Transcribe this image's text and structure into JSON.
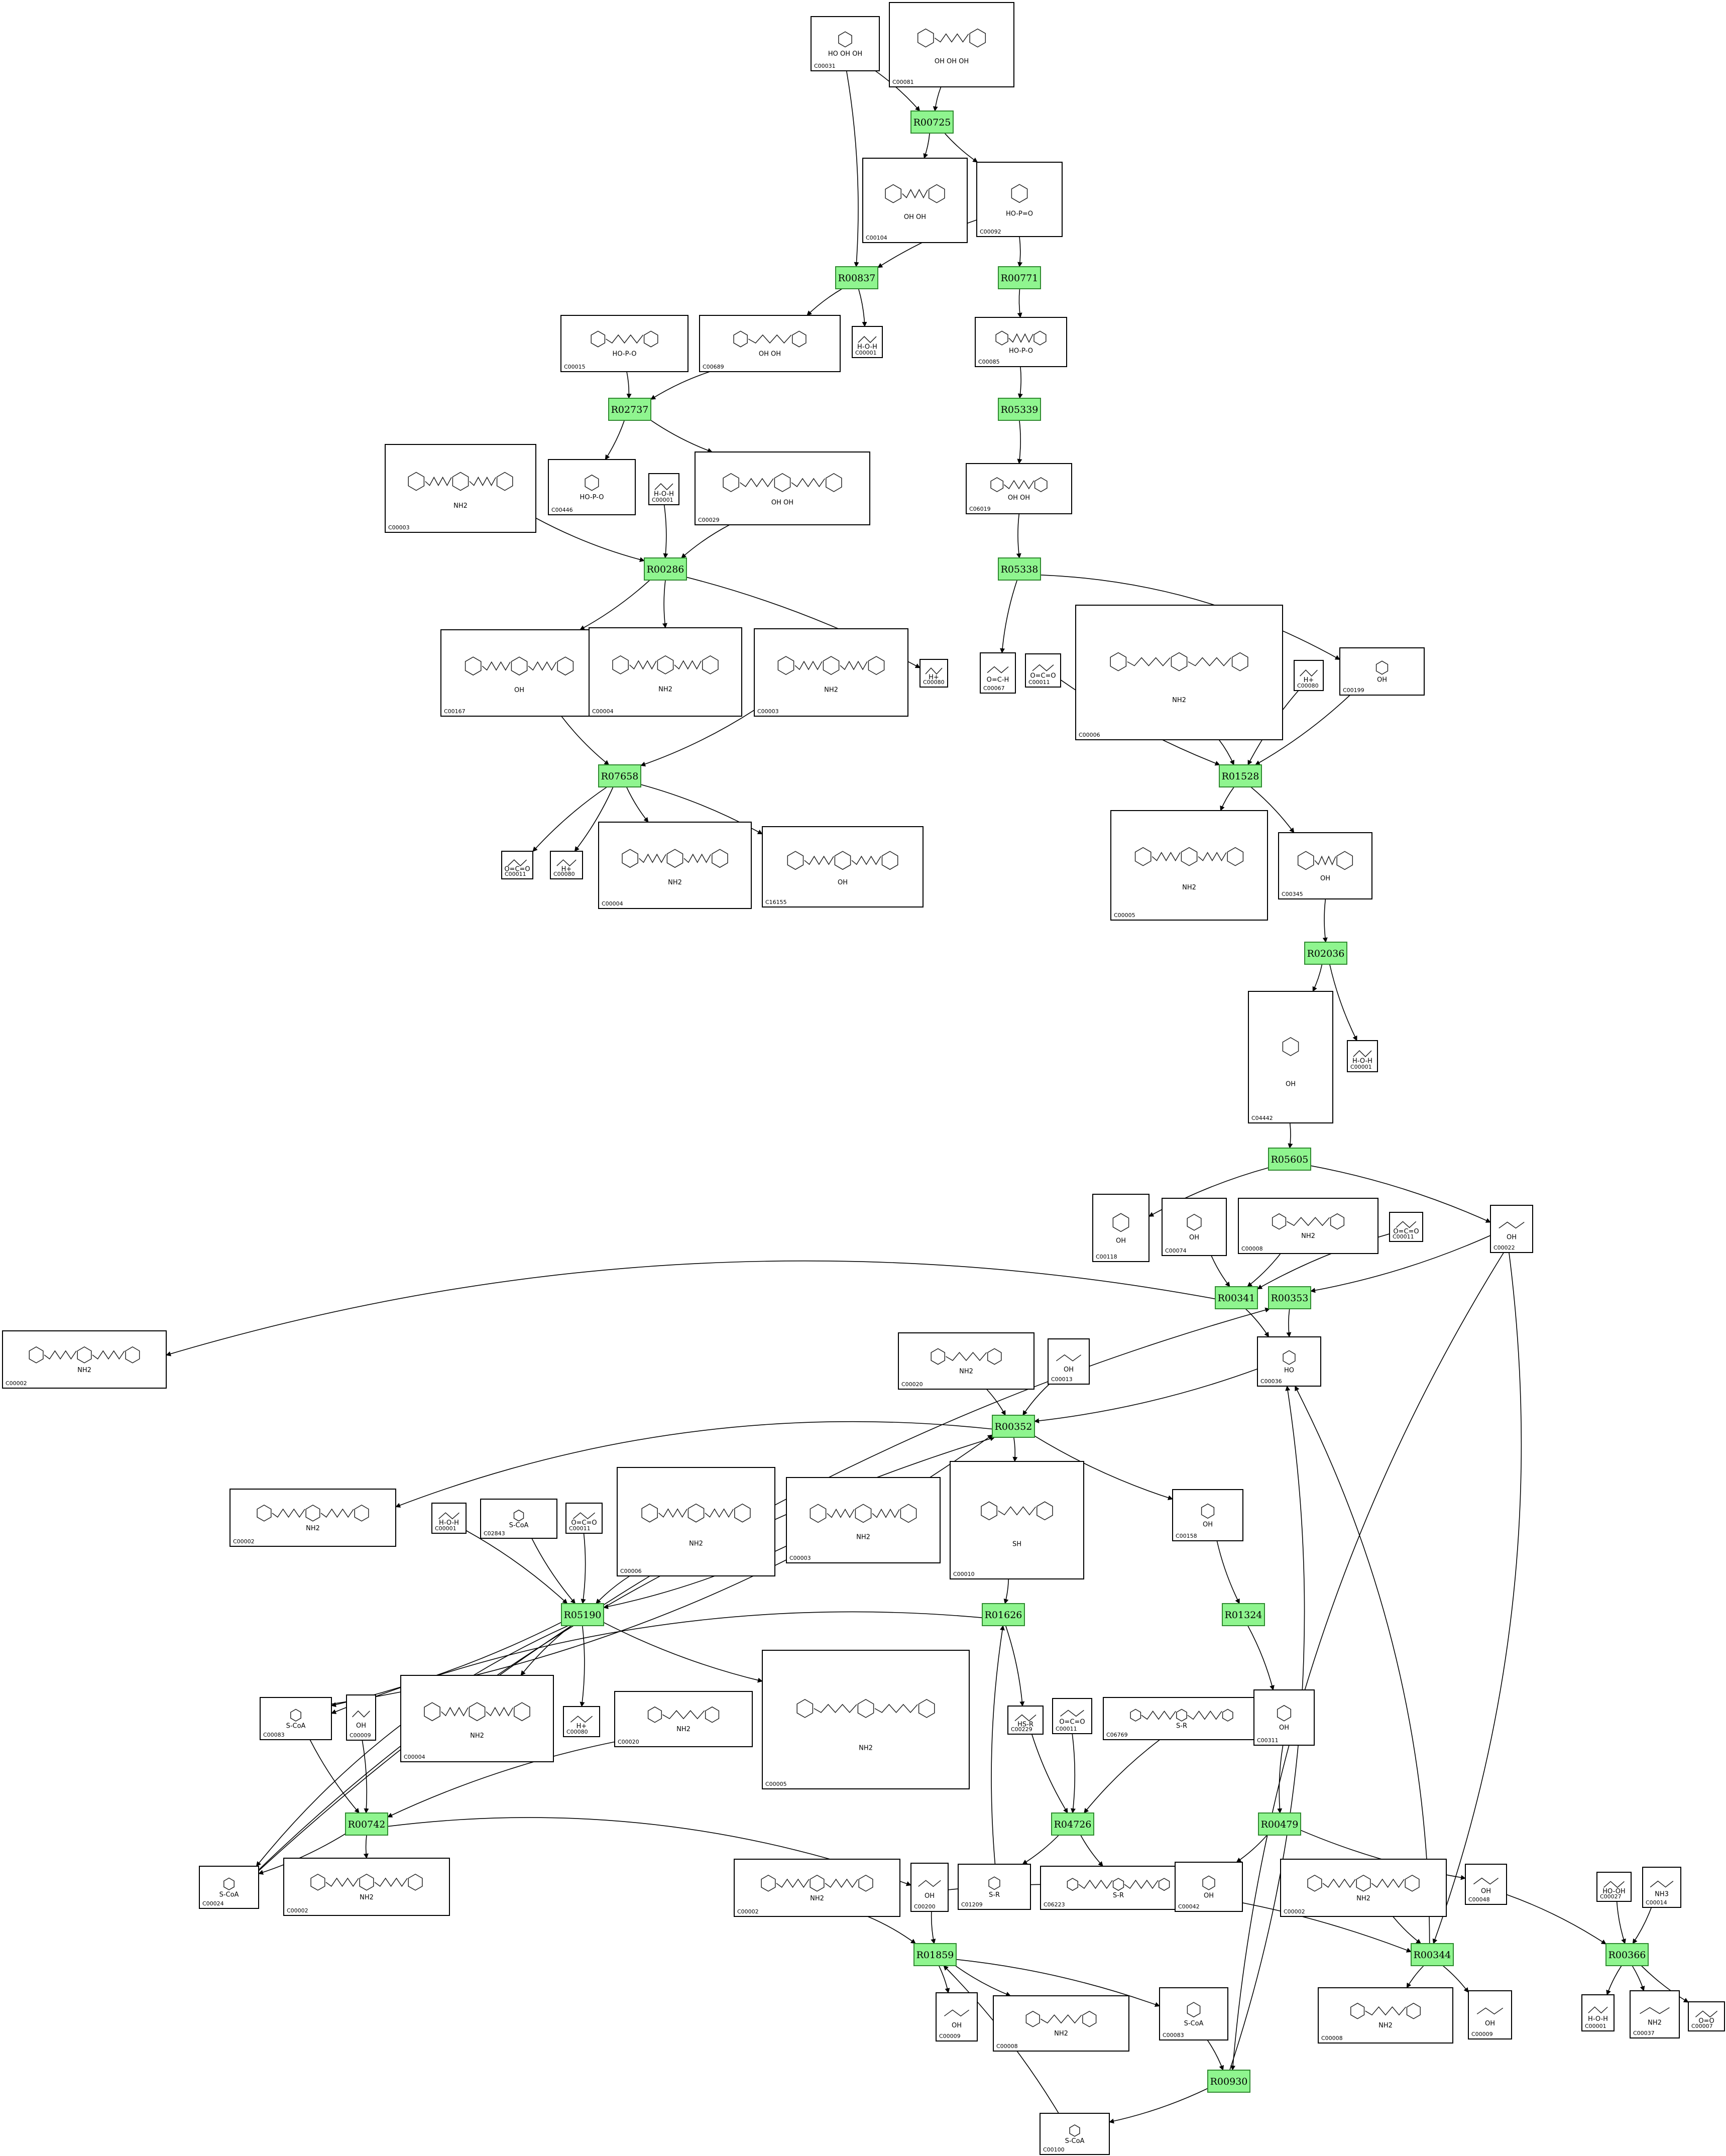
{
  "diagram": {
    "reactions": [
      {
        "id": "r1",
        "label": "R00725"
      },
      {
        "id": "r2",
        "label": "R00837"
      },
      {
        "id": "r3",
        "label": "R00771"
      },
      {
        "id": "r4",
        "label": "R02737"
      },
      {
        "id": "r5",
        "label": "R05339"
      },
      {
        "id": "r6",
        "label": "R00286"
      },
      {
        "id": "r7",
        "label": "R05338"
      },
      {
        "id": "r8",
        "label": "R07658"
      },
      {
        "id": "r9",
        "label": "R01528"
      },
      {
        "id": "r10",
        "label": "R02036"
      },
      {
        "id": "r11",
        "label": "R05605"
      },
      {
        "id": "r12",
        "label": "R00341"
      },
      {
        "id": "r13",
        "label": "R00353"
      },
      {
        "id": "r14",
        "label": "R00352"
      },
      {
        "id": "r15",
        "label": "R05190"
      },
      {
        "id": "r16",
        "label": "R01626"
      },
      {
        "id": "r17",
        "label": "R01324"
      },
      {
        "id": "r18",
        "label": "R00742"
      },
      {
        "id": "r19",
        "label": "R04726"
      },
      {
        "id": "r20",
        "label": "R00479"
      },
      {
        "id": "r21",
        "label": "R01859"
      },
      {
        "id": "r22",
        "label": "R00344"
      },
      {
        "id": "r23",
        "label": "R00366"
      },
      {
        "id": "r24",
        "label": "R00930"
      }
    ],
    "compounds": [
      {
        "id": "c1",
        "label": "C00031",
        "formula": "HO OH OH"
      },
      {
        "id": "c2",
        "label": "C00081",
        "formula": "OH OH OH"
      },
      {
        "id": "c3",
        "label": "C00104",
        "formula": "OH OH"
      },
      {
        "id": "c4",
        "label": "C00092",
        "formula": "HO-P=O"
      },
      {
        "id": "c5",
        "label": "C00015",
        "formula": "HO-P-O"
      },
      {
        "id": "c6",
        "label": "C00689",
        "formula": "OH OH"
      },
      {
        "id": "c7",
        "label": "C00001",
        "formula": "H-O-H"
      },
      {
        "id": "c8",
        "label": "C00085",
        "formula": "HO-P-O"
      },
      {
        "id": "c9",
        "label": "C00003",
        "formula": "NH2"
      },
      {
        "id": "c10",
        "label": "C00446",
        "formula": "HO-P-O"
      },
      {
        "id": "c11",
        "label": "C00001",
        "formula": "H-O-H"
      },
      {
        "id": "c12",
        "label": "C00029",
        "formula": "OH OH"
      },
      {
        "id": "c13",
        "label": "C06019",
        "formula": "OH OH"
      },
      {
        "id": "c14",
        "label": "C00167",
        "formula": "OH"
      },
      {
        "id": "c15",
        "label": "C00004",
        "formula": "NH2"
      },
      {
        "id": "c16",
        "label": "C00003",
        "formula": "NH2"
      },
      {
        "id": "c17",
        "label": "C00080",
        "formula": "H+"
      },
      {
        "id": "c18",
        "label": "C00067",
        "formula": "O=C-H"
      },
      {
        "id": "c19",
        "label": "C00011",
        "formula": "O=C=O"
      },
      {
        "id": "c20",
        "label": "C00006",
        "formula": "NH2"
      },
      {
        "id": "c21",
        "label": "C00080",
        "formula": "H+"
      },
      {
        "id": "c22",
        "label": "C00199",
        "formula": "OH"
      },
      {
        "id": "c23",
        "label": "C00011",
        "formula": "O=C=O"
      },
      {
        "id": "c24",
        "label": "C00080",
        "formula": "H+"
      },
      {
        "id": "c25",
        "label": "C00004",
        "formula": "NH2"
      },
      {
        "id": "c26",
        "label": "C16155",
        "formula": "OH"
      },
      {
        "id": "c27",
        "label": "C00005",
        "formula": "NH2"
      },
      {
        "id": "c28",
        "label": "C00345",
        "formula": "OH"
      },
      {
        "id": "c29",
        "label": "C04442",
        "formula": "OH"
      },
      {
        "id": "c30",
        "label": "C00001",
        "formula": "H-O-H"
      },
      {
        "id": "c31",
        "label": "C00118",
        "formula": "OH"
      },
      {
        "id": "c32",
        "label": "C00074",
        "formula": "OH"
      },
      {
        "id": "c33",
        "label": "C00008",
        "formula": "NH2"
      },
      {
        "id": "c34",
        "label": "C00011",
        "formula": "O=C=O"
      },
      {
        "id": "c35",
        "label": "C00022",
        "formula": "OH"
      },
      {
        "id": "c36",
        "label": "C00002",
        "formula": "NH2"
      },
      {
        "id": "c37",
        "label": "C00020",
        "formula": "NH2"
      },
      {
        "id": "c38",
        "label": "C00013",
        "formula": "OH"
      },
      {
        "id": "c39",
        "label": "C00036",
        "formula": "HO"
      },
      {
        "id": "c40",
        "label": "C00002",
        "formula": "NH2"
      },
      {
        "id": "c41",
        "label": "C00001",
        "formula": "H-O-H"
      },
      {
        "id": "c42",
        "label": "C02843",
        "formula": "S-CoA"
      },
      {
        "id": "c43",
        "label": "C00011",
        "formula": "O=C=O"
      },
      {
        "id": "c44",
        "label": "C00006",
        "formula": "NH2"
      },
      {
        "id": "c45",
        "label": "C00003",
        "formula": "NH2"
      },
      {
        "id": "c46",
        "label": "C00010",
        "formula": "SH"
      },
      {
        "id": "c47",
        "label": "C00158",
        "formula": "OH"
      },
      {
        "id": "c48",
        "label": "C00083",
        "formula": "S-CoA"
      },
      {
        "id": "c49",
        "label": "C00009",
        "formula": "OH"
      },
      {
        "id": "c50",
        "label": "C00004",
        "formula": "NH2"
      },
      {
        "id": "c51",
        "label": "C00080",
        "formula": "H+"
      },
      {
        "id": "c52",
        "label": "C00020",
        "formula": "NH2"
      },
      {
        "id": "c53",
        "label": "C00005",
        "formula": "NH2"
      },
      {
        "id": "c54",
        "label": "C00229",
        "formula": "HS-R"
      },
      {
        "id": "c55",
        "label": "C00011",
        "formula": "O=C=O"
      },
      {
        "id": "c56",
        "label": "C06769",
        "formula": "S-R"
      },
      {
        "id": "c57",
        "label": "C00311",
        "formula": "OH"
      },
      {
        "id": "c58",
        "label": "C00024",
        "formula": "S-CoA"
      },
      {
        "id": "c59",
        "label": "C00002",
        "formula": "NH2"
      },
      {
        "id": "c60",
        "label": "C00002",
        "formula": "NH2"
      },
      {
        "id": "c61",
        "label": "C00200",
        "formula": "OH"
      },
      {
        "id": "c62",
        "label": "C01209",
        "formula": "S-R"
      },
      {
        "id": "c63",
        "label": "C06223",
        "formula": "S-R"
      },
      {
        "id": "c64",
        "label": "C00042",
        "formula": "OH"
      },
      {
        "id": "c65",
        "label": "C00002",
        "formula": "NH2"
      },
      {
        "id": "c66",
        "label": "C00048",
        "formula": "OH"
      },
      {
        "id": "c67",
        "label": "C00027",
        "formula": "HO-OH"
      },
      {
        "id": "c68",
        "label": "C00014",
        "formula": "NH3"
      },
      {
        "id": "c69",
        "label": "C00009",
        "formula": "OH"
      },
      {
        "id": "c70",
        "label": "C00008",
        "formula": "NH2"
      },
      {
        "id": "c71",
        "label": "C00083",
        "formula": "S-CoA"
      },
      {
        "id": "c72",
        "label": "C00008",
        "formula": "NH2"
      },
      {
        "id": "c73",
        "label": "C00009",
        "formula": "OH"
      },
      {
        "id": "c74",
        "label": "C00001",
        "formula": "H-O-H"
      },
      {
        "id": "c75",
        "label": "C00037",
        "formula": "NH2"
      },
      {
        "id": "c76",
        "label": "C00007",
        "formula": "O=O"
      },
      {
        "id": "c77",
        "label": "C00100",
        "formula": "S-CoA"
      }
    ]
  }
}
